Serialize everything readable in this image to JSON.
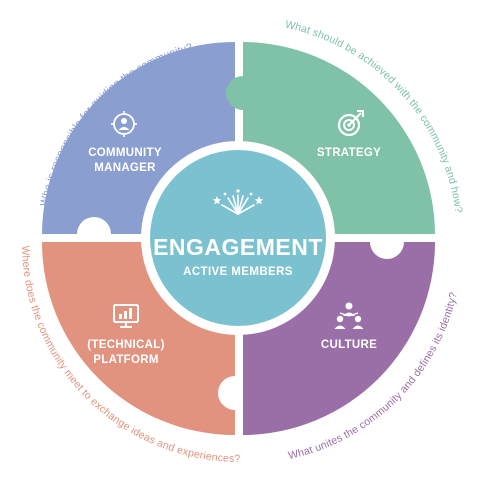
{
  "colors": {
    "community_manager": "#8a9ed0",
    "strategy": "#7fc2a8",
    "platform": "#e2937f",
    "culture": "#9a6fa8",
    "center": "#7cc1cf",
    "gap": "#ffffff"
  },
  "center": {
    "icon": "fireworks-icon",
    "title": "ENGAGEMENT",
    "subtitle": "ACTIVE MEMBERS"
  },
  "quadrants": {
    "community_manager": {
      "icon": "person-target-icon",
      "label_line1": "COMMUNITY",
      "label_line2": "MANAGER",
      "question": "Who is responsible for guiding the community?"
    },
    "strategy": {
      "icon": "target-arrow-icon",
      "label": "STRATEGY",
      "question": "What should be achieved with the community and how?"
    },
    "platform": {
      "icon": "monitor-chart-icon",
      "label_line1": "(TECHNICAL)",
      "label_line2": "PLATFORM",
      "question": "Where does the community meet to exchange ideas and experiences?"
    },
    "culture": {
      "icon": "people-group-icon",
      "label": "CULTURE",
      "question": "What unites the community and defines its identity?"
    }
  }
}
